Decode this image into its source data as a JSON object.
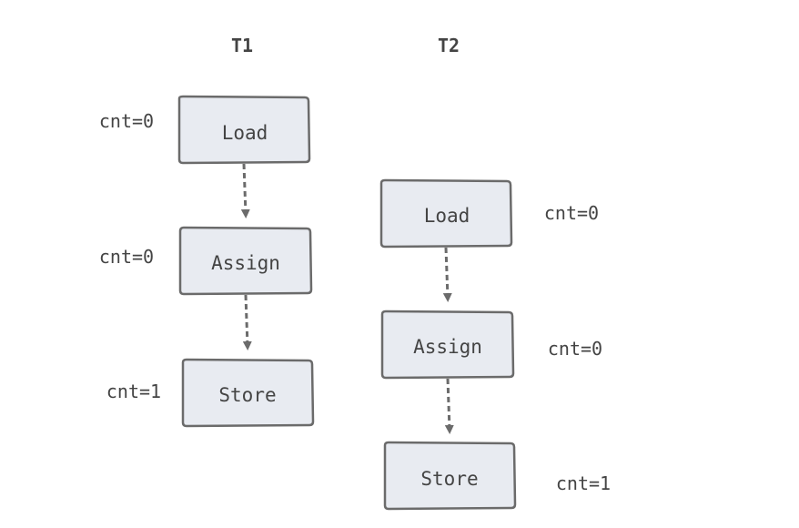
{
  "threads": [
    {
      "name": "T1",
      "steps": [
        {
          "label": "Load",
          "value": "cnt=0"
        },
        {
          "label": "Assign",
          "value": "cnt=0"
        },
        {
          "label": "Store",
          "value": "cnt=1"
        }
      ]
    },
    {
      "name": "T2",
      "steps": [
        {
          "label": "Load",
          "value": "cnt=0"
        },
        {
          "label": "Assign",
          "value": "cnt=0"
        },
        {
          "label": "Store",
          "value": "cnt=1"
        }
      ]
    }
  ],
  "colors": {
    "box_fill": "#e8ebf1",
    "box_stroke": "#6b6b6b",
    "text": "#444444",
    "arrow": "#6b6b6b"
  }
}
